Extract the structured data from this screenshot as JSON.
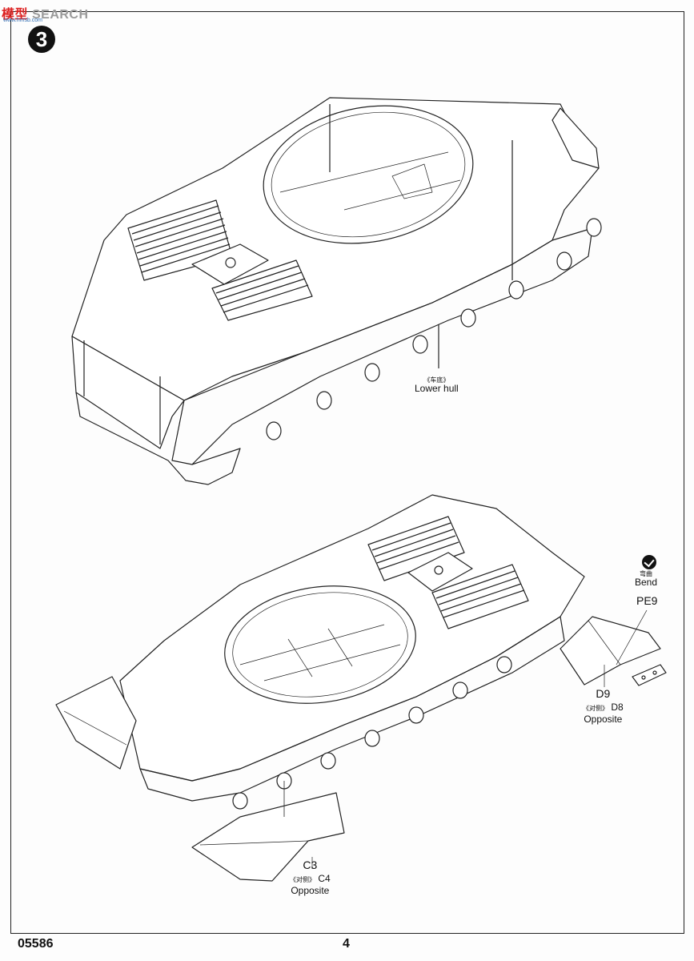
{
  "watermark": {
    "brand_cn": "模型",
    "brand_en": "SEARCH",
    "url": "www.hmsb.com"
  },
  "step": {
    "number": "3"
  },
  "upper_drawing": {
    "label_cn": "《车底》",
    "label_en": "Lower hull"
  },
  "lower_drawing": {
    "bend_label_cn": "弯曲",
    "bend_label_en": "Bend",
    "part_pe9": "PE9",
    "part_d9": "D9",
    "opposite_right_cn": "《对侧》",
    "opposite_right_part": "D8",
    "opposite_right_en": "Opposite",
    "part_c3": "C3",
    "opposite_left_cn": "《对侧》",
    "opposite_left_part": "C4",
    "opposite_left_en": "Opposite"
  },
  "footer": {
    "kit_code": "05586",
    "page_number": "4"
  },
  "icons": {
    "step_badge": "step-number-badge",
    "bend": "bend-check-icon"
  }
}
